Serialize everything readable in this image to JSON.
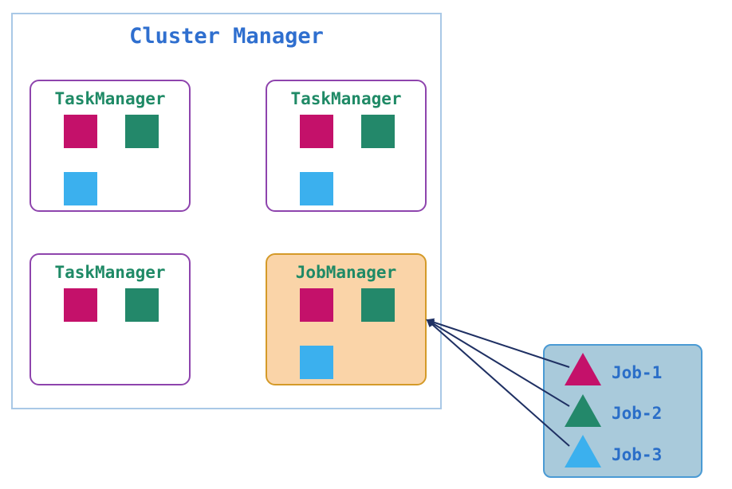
{
  "cluster": {
    "title": "Cluster Manager"
  },
  "nodes": [
    {
      "title": "TaskManager"
    },
    {
      "title": "TaskManager"
    },
    {
      "title": "TaskManager"
    },
    {
      "title": "JobManager"
    }
  ],
  "jobs": [
    {
      "label": "Job-1",
      "color": "#c4116a"
    },
    {
      "label": "Job-2",
      "color": "#23886a"
    },
    {
      "label": "Job-3",
      "color": "#3bb0ee"
    }
  ],
  "colors": {
    "slot_magenta": "#c4116a",
    "slot_green": "#23886a",
    "slot_blue": "#3bb0ee",
    "arrow": "#1f3063"
  }
}
